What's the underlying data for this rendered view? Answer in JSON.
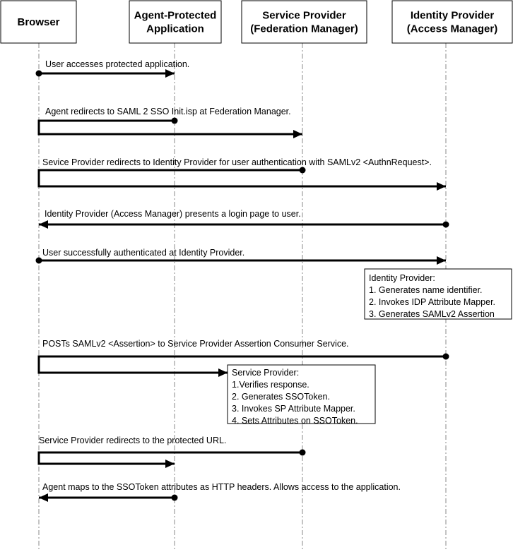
{
  "participants": [
    {
      "id": "browser",
      "lines": [
        "Browser"
      ]
    },
    {
      "id": "agent",
      "lines": [
        "Agent-Protected",
        "Application"
      ]
    },
    {
      "id": "sp",
      "lines": [
        "Service Provider",
        "(Federation Manager)"
      ]
    },
    {
      "id": "idp",
      "lines": [
        "Identity Provider",
        "(Access Manager)"
      ]
    }
  ],
  "messages": [
    {
      "label": "User accesses protected application."
    },
    {
      "label": "Agent redirects to SAML 2 SSO Init.isp at Federation Manager."
    },
    {
      "label": "Sevice Provider redirects to Identity Provider for user authentication with SAMLv2 <AuthnRequest>."
    },
    {
      "label": "Identity Provider (Access Manager) presents a login page to user."
    },
    {
      "label": "User successfully authenticated at Identity Provider."
    },
    {
      "label": "POSTs SAMLv2 <Assertion> to Service Provider Assertion Consumer Service."
    },
    {
      "label": "Service Provider redirects to the protected URL."
    },
    {
      "label": "Agent maps to the SSOToken attributes as HTTP headers.  Allows access to the application."
    }
  ],
  "notes": [
    {
      "id": "idp-note",
      "lines": [
        "Identity Provider:",
        "1. Generates name identifier.",
        "2. Invokes IDP Attribute Mapper.",
        "3. Generates SAMLv2 Assertion"
      ]
    },
    {
      "id": "sp-note",
      "lines": [
        "Service  Provider:",
        "1.Verifies response.",
        "2. Generates SSOToken.",
        "3. Invokes SP Attribute Mapper.",
        "4. Sets Attributes on SSOToken."
      ]
    }
  ],
  "colors": {
    "line": "#000000",
    "lifeline": "#888888",
    "background": "#ffffff"
  }
}
